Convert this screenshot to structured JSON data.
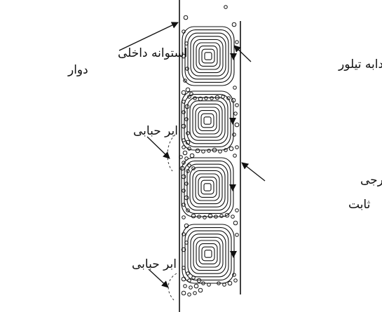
{
  "labels": {
    "inner_cylinder": [
      "استوانه داخلی",
      "دوار"
    ],
    "taylor_vortex": "گردابه تیلور",
    "bubble_cloud_top": "ابر حبابی",
    "outer_cylinder": [
      "استوانه خارجی",
      "ثابت"
    ],
    "bubble_cloud_bottom": "ابر حبابی"
  },
  "vortex_count": 4,
  "colors": {
    "ink": "#111111",
    "background": "#ffffff"
  }
}
